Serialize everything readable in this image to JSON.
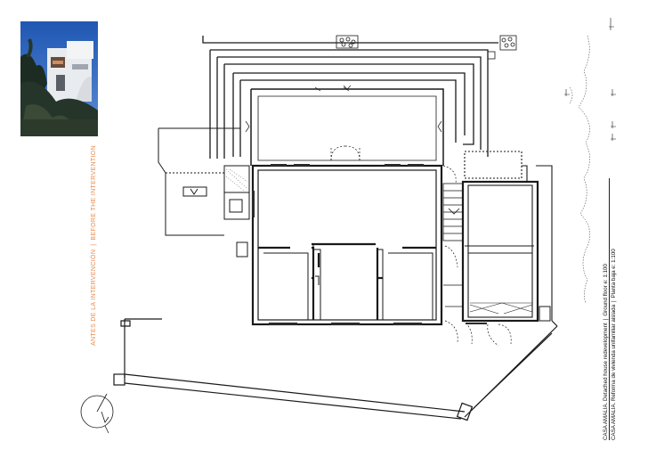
{
  "photo": {
    "alt": ""
  },
  "label_before": {
    "es": "ANTES DE LA INTERVENCIÓN",
    "sep": "|",
    "en": "BEFORE THE INTERVENTION"
  },
  "title": {
    "line1": {
      "project": "CASA AMALIA. Detached house redevelopment",
      "sep": "|",
      "scale": "Ground floor  e: 1:100"
    },
    "line2": {
      "project": "CASA AMALIA. Reforma de vivienda unifamiliar aislada",
      "sep": "|",
      "scale": "Planta baja  e: 1:100"
    }
  },
  "colors": {
    "accent": "#e8894a",
    "line": "#1a1a1a"
  }
}
